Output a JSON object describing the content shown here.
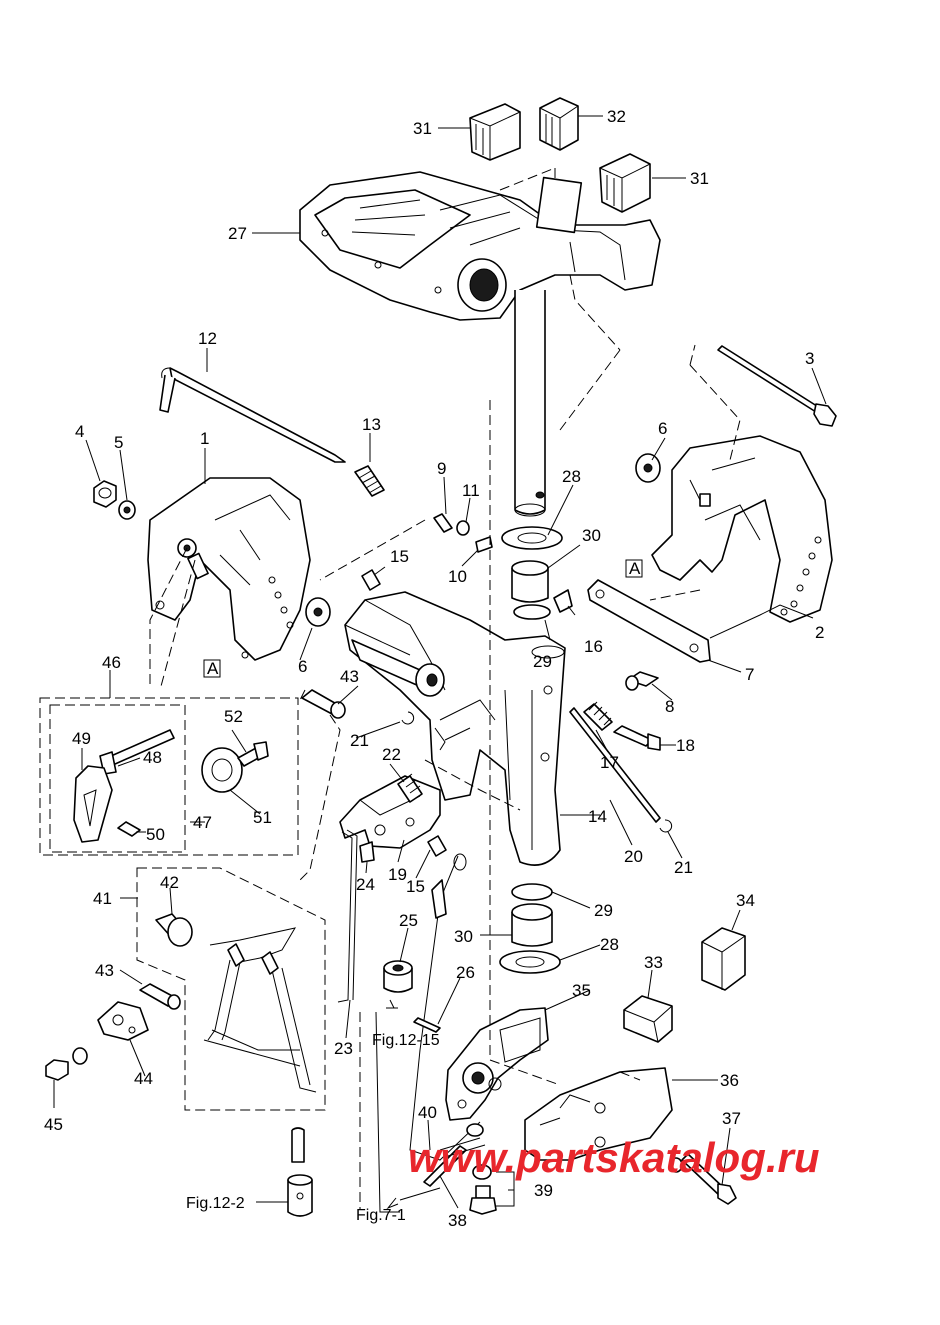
{
  "labels": {
    "l1": "1",
    "l2": "2",
    "l3": "3",
    "l4": "4",
    "l5": "5",
    "l6a": "6",
    "l6b": "6",
    "l7": "7",
    "l8": "8",
    "l9": "9",
    "l10": "10",
    "l11": "11",
    "l12": "12",
    "l13": "13",
    "l14": "14",
    "l15a": "15",
    "l15b": "15",
    "l16": "16",
    "l17": "17",
    "l18": "18",
    "l19": "19",
    "l20": "20",
    "l21a": "21",
    "l21b": "21",
    "l22": "22",
    "l23": "23",
    "l24": "24",
    "l25": "25",
    "l26": "26",
    "l27": "27",
    "l28a": "28",
    "l28b": "28",
    "l29a": "29",
    "l29b": "29",
    "l30a": "30",
    "l30b": "30",
    "l31a": "31",
    "l31b": "31",
    "l32": "32",
    "l33": "33",
    "l34": "34",
    "l35": "35",
    "l36": "36",
    "l37": "37",
    "l38": "38",
    "l39": "39",
    "l40": "40",
    "l41": "41",
    "l42": "42",
    "l43a": "43",
    "l43b": "43",
    "l44": "44",
    "l45": "45",
    "l46": "46",
    "l47": "47",
    "l48": "48",
    "l49": "49",
    "l50": "50",
    "l51": "51",
    "l52": "52"
  },
  "refs": {
    "box_a1": "A",
    "box_a2": "A",
    "fig_12_15": "Fig.12-15",
    "fig_12_2": "Fig.12-2",
    "fig_7_1": "Fig.7-1"
  },
  "watermark": "www.partskatalog.ru",
  "colors": {
    "watermark": "#e8262c",
    "line": "#000000"
  }
}
